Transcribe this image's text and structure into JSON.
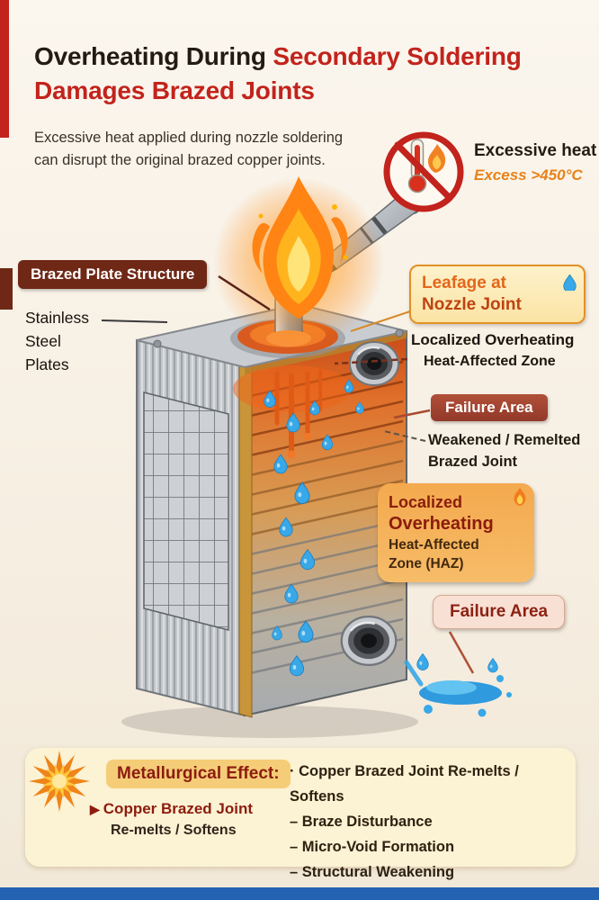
{
  "header": {
    "title_black": "Overheating During ",
    "title_red": "Secondary Soldering",
    "title_line2": "Damages Brazed Joints",
    "subtitle_line1": "Excessive heat applied during nozzle soldering",
    "subtitle_line2": "can disrupt the original brazed copper joints."
  },
  "heat_warning": {
    "label": "Excessive heat",
    "value": "Excess >450°C"
  },
  "callouts": {
    "brazed_plate_structure": "Brazed Plate Structure",
    "stainless_lines": [
      "Stainless",
      "Steel",
      "Plates"
    ],
    "leakage": {
      "line1": "Leafage at",
      "line2": "Nozzle Joint"
    },
    "localized_overheating_label": "Localized Overheating",
    "heat_affected_zone_label": "Heat-Affected Zone",
    "failure_area_top": "Failure Area",
    "weakened_line1": "Weakened / Remelted",
    "weakened_line2": "Brazed Joint",
    "haz_badge": {
      "line1": "Localized",
      "line2": "Overheating",
      "line3": "Heat-Affected",
      "line4": "Zone (HAZ)"
    },
    "failure_area_bottom": "Failure Area"
  },
  "footer": {
    "heading": "Metallurgical Effect:",
    "marker": "▶",
    "left_line1": "Copper Brazed Joint",
    "left_line2": "Re-melts / Softens",
    "items": [
      "· Copper Brazed Joint Re-melts / Softens",
      "– Braze Disturbance",
      "– Micro-Void Formation",
      "– Structural Weakening"
    ]
  },
  "colors": {
    "title_red": "#c2231c",
    "badge_maroon": "#6f2816",
    "failure_badge_red": "#a04434",
    "haz_orange": "#f4a94e",
    "water_blue": "#38a8e8",
    "footer_bg": "#fcf2d4",
    "bottom_bar_blue": "#2363b2",
    "excess_orange": "#e8821a"
  }
}
